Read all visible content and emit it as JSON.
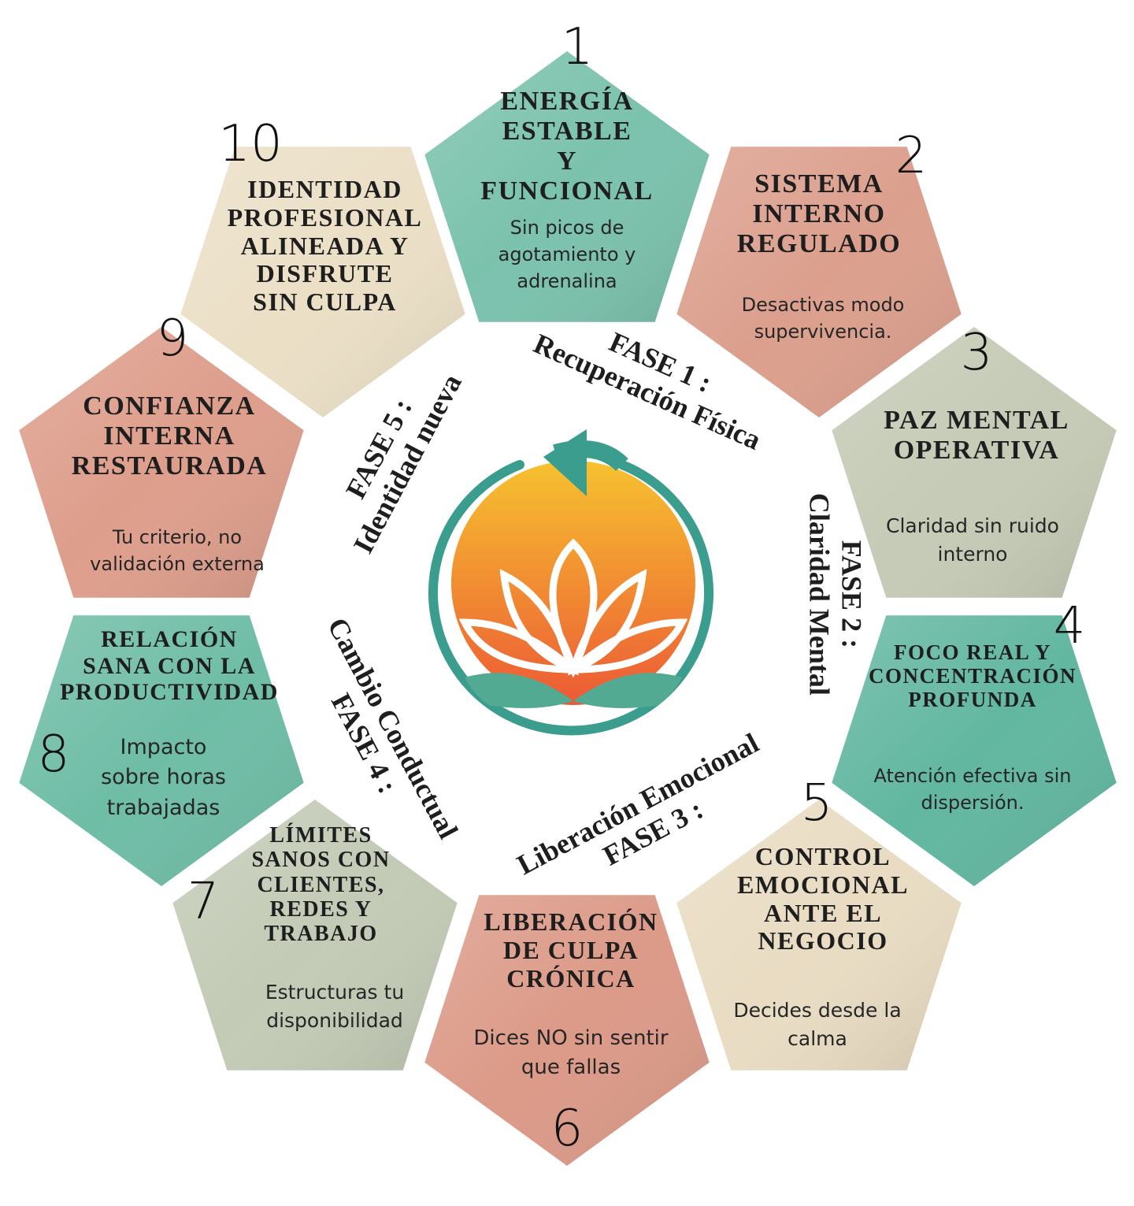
{
  "cards": [
    {
      "number": "1",
      "title": "ENERGÍA\nESTABLE\nY FUNCIONAL",
      "description": "Sin picos de\nagotamiento y\nadrenalina",
      "color": "#7bc2ad"
    },
    {
      "number": "2",
      "title": "SISTEMA\nINTERNO\nREGULADO",
      "description": "Desactivas modo\nsupervivencia.",
      "color": "#dc9f8d"
    },
    {
      "number": "3",
      "title": "PAZ MENTAL\nOPERATIVA",
      "description": "Claridad sin ruido\ninterno",
      "color": "#c5cbb6"
    },
    {
      "number": "4",
      "title": "FOCO REAL Y\nCONCENTRACIÓN\nPROFUNDA",
      "description": "Atención efectiva sin\ndispersión.",
      "color": "#62b7a1"
    },
    {
      "number": "5",
      "title": "CONTROL\nEMOCIONAL\nANTE EL\nNEGOCIO",
      "description": "Decides desde la\ncalma",
      "color": "#e9dcc3"
    },
    {
      "number": "6",
      "title": "LIBERACIÓN\nDE CULPA\nCRÓNICA",
      "description": "Dices NO sin sentir\nque fallas",
      "color": "#dc9a88"
    },
    {
      "number": "7",
      "title": "LÍMITES\nSANOS CON\nCLIENTES,\nREDES Y\nTRABAJO",
      "description": "Estructuras tu\ndisponibilidad",
      "color": "#c3cbb6"
    },
    {
      "number": "8",
      "title": "RELACIÓN\nSANA CON LA\nPRODUCTIVIDAD",
      "description": "Impacto\nsobre horas\ntrabajadas",
      "color": "#6fbda6"
    },
    {
      "number": "9",
      "title": "CONFIANZA\nINTERNA\nRESTAURADA",
      "description": "Tu criterio, no\nvalidación externa",
      "color": "#de9e8c"
    },
    {
      "number": "10",
      "title": "IDENTIDAD\nPROFESIONAL\nALINEADA Y\nDISFRUTE\nSIN CULPA",
      "description": "",
      "color": "#ebdfc6"
    }
  ],
  "phases": [
    {
      "text": "FASE 1 :\nRecuperación Física"
    },
    {
      "text": "FASE 2 :\nClaridad Mental"
    },
    {
      "text": "Liberación Emocional\nFASE 3 :"
    },
    {
      "text": "Cambio Conductual\nFASE 4 :"
    },
    {
      "text": "FASE 5 :\nIdentidad nueva"
    }
  ],
  "logo": {
    "icon": "lotus-cycle-logo",
    "colors": {
      "sun_top": "#f6c22f",
      "sun_bottom": "#ec5a35",
      "ring": "#3a9d8e",
      "leaves": "#53aa92"
    }
  }
}
